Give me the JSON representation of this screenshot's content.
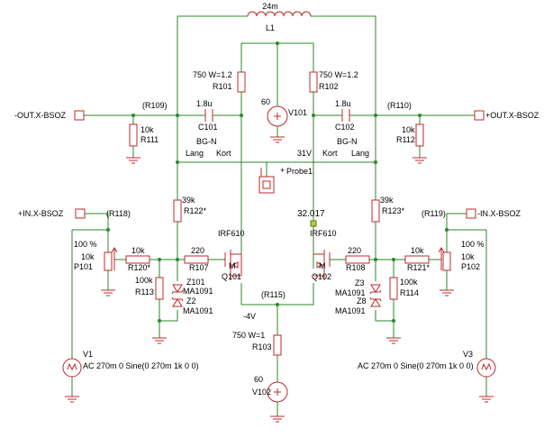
{
  "labels": {
    "l1_value": "24m",
    "l1_ref": "L1",
    "r101_value": "750  W=1.2",
    "r101_ref": "R101",
    "r102_value": "750  W=1.2",
    "r102_ref": "R102",
    "v101_value": "60",
    "v101_ref": "V101",
    "c101_value": "1.8u",
    "c101_ref": "C101",
    "c102_value": "1.8u",
    "c102_ref": "C102",
    "out_minus": "-OUT.X-BSOZ",
    "out_plus": "+OUT.X-BSOZ",
    "r109": "(R109)",
    "r110": "(R110)",
    "r111_value": "10k",
    "r111_ref": "R111",
    "r112_value": "10k",
    "r112_ref": "R112",
    "bgn_left": "BG-N",
    "lang_left": "Lang",
    "kort_left": "Kort",
    "bgn_right": "BG-N",
    "kort_right": "Kort",
    "lang_right": "Lang",
    "volt_31": "31V",
    "probe": "Probe1",
    "in_plus": "+IN.X-BSOZ",
    "in_minus": "-IN.X-BSOZ",
    "r118": "(R118)",
    "r119": "(R119)",
    "r122_value": "39k",
    "r122_ref": "R122*",
    "r123_value": "39k",
    "r123_ref": "R123*",
    "volt_32": "32.017",
    "irf_left": "IRF610",
    "irf_right": "IRF610",
    "p101_pct": "100 %",
    "p101_value": "10k",
    "p101_ref": "P101",
    "p102_pct": "100 %",
    "p102_value": "10k",
    "p102_ref": "P102",
    "r120_value": "10k",
    "r120_ref": "R120*",
    "r121_value": "10k",
    "r121_ref": "R121*",
    "r107_value": "220",
    "r107_ref": "R107",
    "r108_value": "220",
    "r108_ref": "R108",
    "r113_value": "100k",
    "r113_ref": "R113",
    "r114_value": "100k",
    "r114_ref": "R114",
    "z101_ref": "Z101",
    "z101_model": "MA1091",
    "z2_ref": "Z2",
    "z2_model": "MA1091",
    "z3_ref": "Z3",
    "z3_model": "MA1091",
    "z8_ref": "Z8",
    "z8_model": "MA1091",
    "m_left": "M",
    "q101": "Q101",
    "m_right": "M",
    "q102": "Q102",
    "r115": "(R115)",
    "volt_neg4": "-4V",
    "r103_value": "750  W=1",
    "r103_ref": "R103",
    "v102_value": "60",
    "v102_ref": "V102",
    "v1_ref": "V1",
    "v1_value": "AC 270m 0 Sine(0 270m 1k 0 0)",
    "v3_ref": "V3",
    "v3_value": "AC 270m 0 Sine(0 270m 1k 0 0)"
  }
}
